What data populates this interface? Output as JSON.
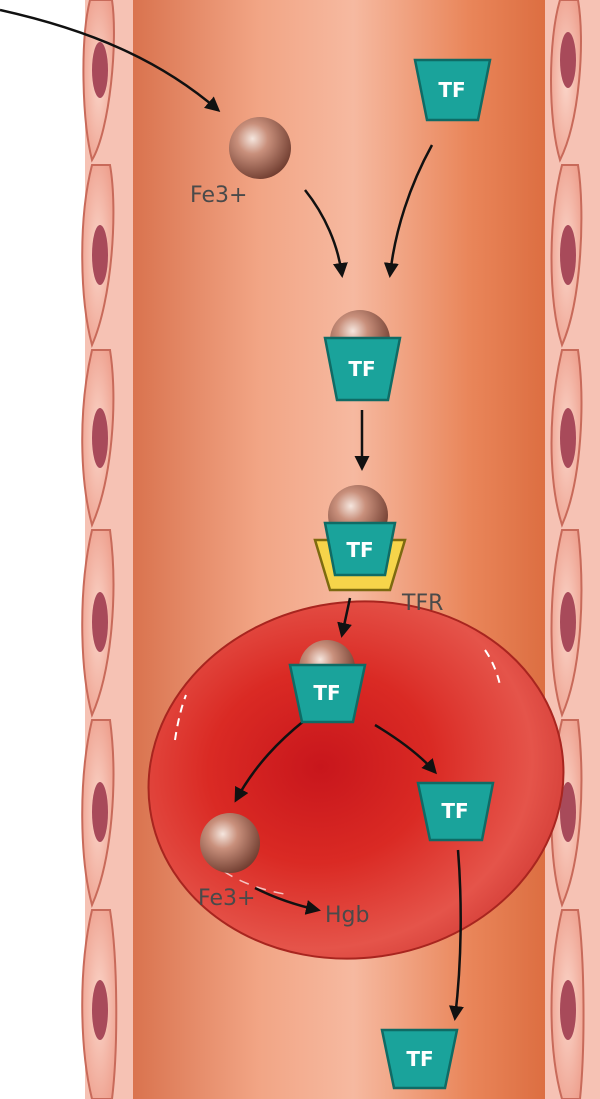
{
  "labels": {
    "tf": "TF",
    "fe_top": "Fe3+",
    "fe_bottom": "Fe3+",
    "tfr": "TFR",
    "hgb": "Hgb",
    "superscript": "3+"
  },
  "colors": {
    "vessel_wall": "#f3b7a8",
    "vessel_lumen": "#e57a52",
    "cell_nucleus": "#a84a5a",
    "red_cell": "#d83a34",
    "transferrin": "#1aa39b",
    "iron": "#8b4a3c",
    "receptor": "#f6d44a"
  }
}
